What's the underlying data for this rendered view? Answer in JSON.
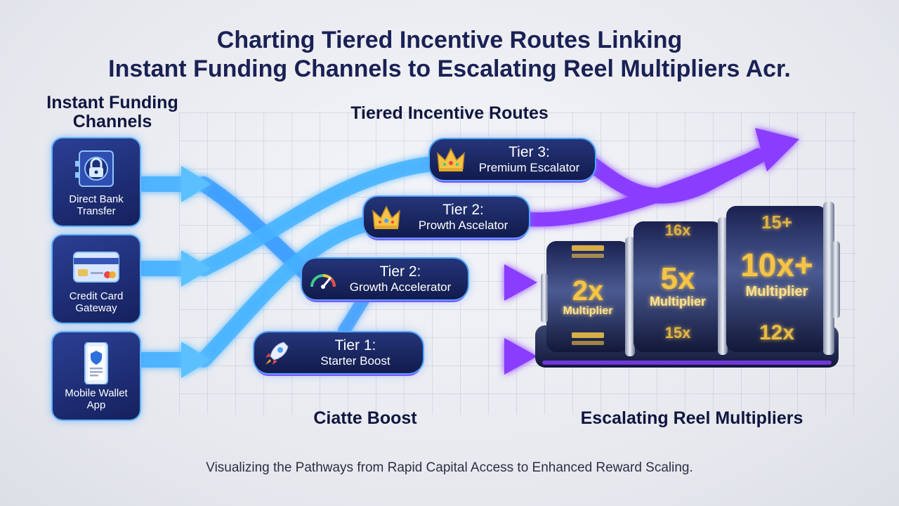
{
  "title": {
    "line1": "Charting Tiered Incentive Routes Linking",
    "line2": "Instant Funding Channels to Escalating Reel Multipliers Acr."
  },
  "headings": {
    "channels": "Instant Funding Channels",
    "routes": "Tiered Incentive Routes",
    "boost": "Ciatte Boost",
    "multipliers": "Escalating Reel Multipliers"
  },
  "channels": [
    {
      "label": "Direct Bank Transfer",
      "icon": "bank-vault-lock-icon"
    },
    {
      "label": "Credit Card Gateway",
      "icon": "credit-card-icon"
    },
    {
      "label": "Mobile Wallet App",
      "icon": "mobile-phone-icon"
    }
  ],
  "tiers": [
    {
      "num": "Tier 3:",
      "name": "Premium Escalator",
      "icon": "crown-icon"
    },
    {
      "num": "Tier 2:",
      "name": "Prowth Ascelator",
      "icon": "crown-icon"
    },
    {
      "num": "Tier 2:",
      "name": "Growth Accelerator",
      "icon": "speedometer-icon"
    },
    {
      "num": "Tier 1:",
      "name": "Starter Boost",
      "icon": "rocket-icon"
    }
  ],
  "reels": [
    {
      "value": "2x",
      "label": "Multiplier",
      "top": "",
      "bottom": ""
    },
    {
      "value": "5x",
      "label": "Multiplier",
      "top": "16x",
      "bottom": "15x"
    },
    {
      "value": "10x+",
      "label": "Multiplier",
      "top": "15+",
      "bottom": "12x"
    }
  ],
  "caption": "Visualizing the Pathways from Rapid Capital Access to Enhanced Reward Scaling.",
  "colors": {
    "navy": "#1a2154",
    "blue_flow": "#43aaff",
    "purple_flow": "#8a3dff",
    "gold": "#f6c445",
    "panel": "#15215e"
  }
}
